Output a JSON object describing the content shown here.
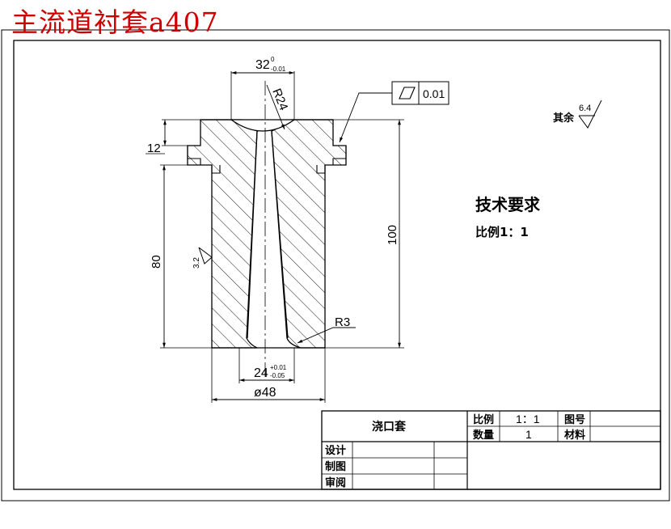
{
  "watermark": {
    "text": "主流道衬套a407",
    "color": "#d00000"
  },
  "dimensions": {
    "top_width": "32",
    "top_width_upper_tol": "0",
    "top_width_lower_tol": "-0.01",
    "top_radius": "R24",
    "flange_height": "12",
    "total_height": "100",
    "body_height": "80",
    "fillet_radius": "R3",
    "bore_width": "24",
    "bore_upper_tol": "+0.01",
    "bore_lower_tol": "-0.05",
    "outer_diameter": "ø48"
  },
  "tolerance_frame": {
    "value": "0.01",
    "symbol": "flatness-icon"
  },
  "roughness": {
    "side_value": "3.2",
    "other_label": "其余",
    "other_value": "6.4"
  },
  "tech_requirements": {
    "heading": "技术要求",
    "scale_line": "比例1：1"
  },
  "title_block": {
    "part_name": "浇口套",
    "scale_label": "比例",
    "scale_value": "1：1",
    "drawing_no_label": "图号",
    "quantity_label": "数量",
    "quantity_value": "1",
    "material_label": "材料",
    "design_label": "设计",
    "drafting_label": "制图",
    "review_label": "审阅"
  },
  "colors": {
    "ink": "#000000",
    "watermark": "#d00000"
  }
}
